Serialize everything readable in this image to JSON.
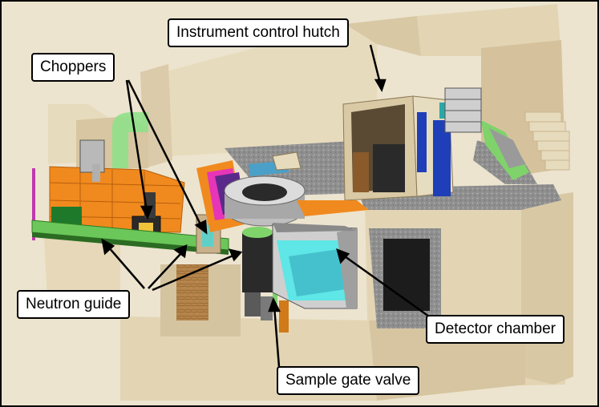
{
  "labels": {
    "instrument_control_hutch": "Instrument control hutch",
    "choppers": "Choppers",
    "neutron_guide": "Neutron guide",
    "detector_chamber": "Detector chamber",
    "sample_gate_valve": "Sample gate valve"
  },
  "colors": {
    "frame": "#000000",
    "background": "#ece4cf",
    "wall_light": "#e6d8b8",
    "wall_mid": "#d6c5a0",
    "wall_dark": "#b9a47f",
    "floor_gray": "#8e8e8e",
    "shielding_orange": "#f08a1e",
    "guide_green": "#7fd36a",
    "vacuum_cyan": "#5fe6e6",
    "detector_gray": "#bdbdbd",
    "hutch_blue": "#1f3fb8",
    "callout_fill": "#ffffff",
    "arrow": "#000000"
  }
}
